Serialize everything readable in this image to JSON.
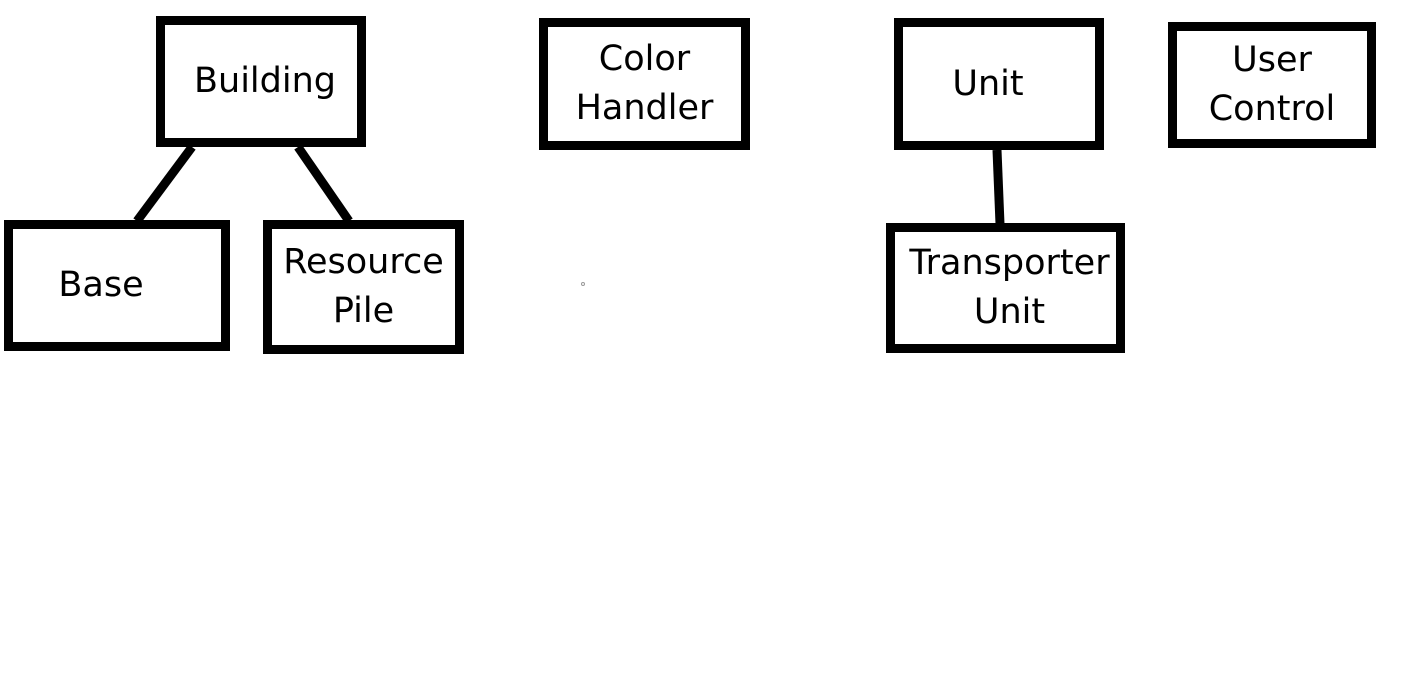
{
  "nodes": {
    "building": {
      "lines": [
        "Building"
      ]
    },
    "base": {
      "lines": [
        "Base"
      ]
    },
    "resource_pile": {
      "lines": [
        "Resource",
        "Pile"
      ]
    },
    "color_handler": {
      "lines": [
        "Color",
        "Handler"
      ]
    },
    "unit": {
      "lines": [
        "Unit"
      ]
    },
    "user_control": {
      "lines": [
        "User",
        "Control"
      ]
    },
    "transporter_unit": {
      "lines": [
        "Transporter",
        "Unit"
      ]
    }
  },
  "edges": [
    {
      "from": "building",
      "to": "base"
    },
    {
      "from": "building",
      "to": "resource_pile"
    },
    {
      "from": "unit",
      "to": "transporter_unit"
    }
  ],
  "colors": {
    "stroke": "#000000",
    "background": "#ffffff"
  }
}
